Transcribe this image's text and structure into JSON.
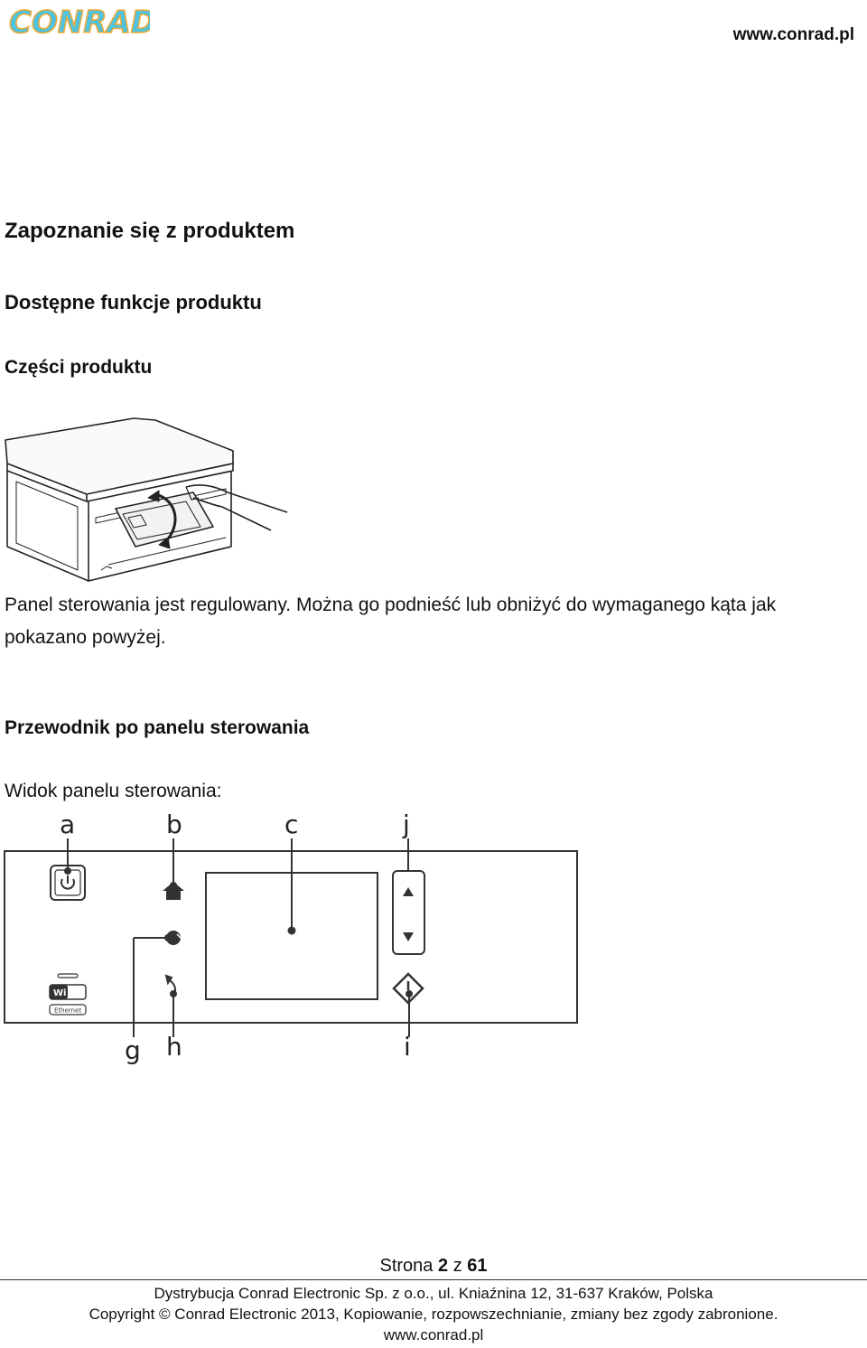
{
  "header": {
    "logo_text": "CONRAD",
    "site_url": "www.conrad.pl"
  },
  "sections": {
    "title": "Zapoznanie się z produktem",
    "subtitle": "Dostępne funkcje produktu",
    "parts": "Części produktu",
    "paragraph_line1": "Panel sterowania jest regulowany. Można go podnieść lub obniżyć do wymaganego kąta jak",
    "paragraph_line2": "pokazano powyżej.",
    "panel_guide": "Przewodnik po panelu sterowania",
    "panel_view": "Widok panelu sterowania:"
  },
  "panel_labels": {
    "a": "a",
    "b": "b",
    "c": "c",
    "j": "j",
    "g": "g",
    "h": "h",
    "i": "i",
    "wifi": "Wi Fi",
    "ethernet": "Ethernet"
  },
  "icons": {
    "power": "power-icon",
    "home": "home-icon",
    "wifi_setup": "wifi-setup-icon",
    "back": "back-icon",
    "up": "arrow-up-icon",
    "down": "arrow-down-icon",
    "start": "start-icon"
  },
  "footer": {
    "page_prefix": "Strona",
    "page_current": "2",
    "page_sep": "z",
    "page_total": "61",
    "line1": "Dystrybucja Conrad Electronic Sp. z o.o., ul. Kniaźnina 12, 31-637 Kraków, Polska",
    "line2": "Copyright © Conrad Electronic 2013, Kopiowanie, rozpowszechnianie, zmiany bez zgody zabronione.",
    "line3": "www.conrad.pl"
  },
  "colors": {
    "logo_fill": "#4ec3e0",
    "logo_outline": "#f0a833",
    "text": "#111111"
  }
}
